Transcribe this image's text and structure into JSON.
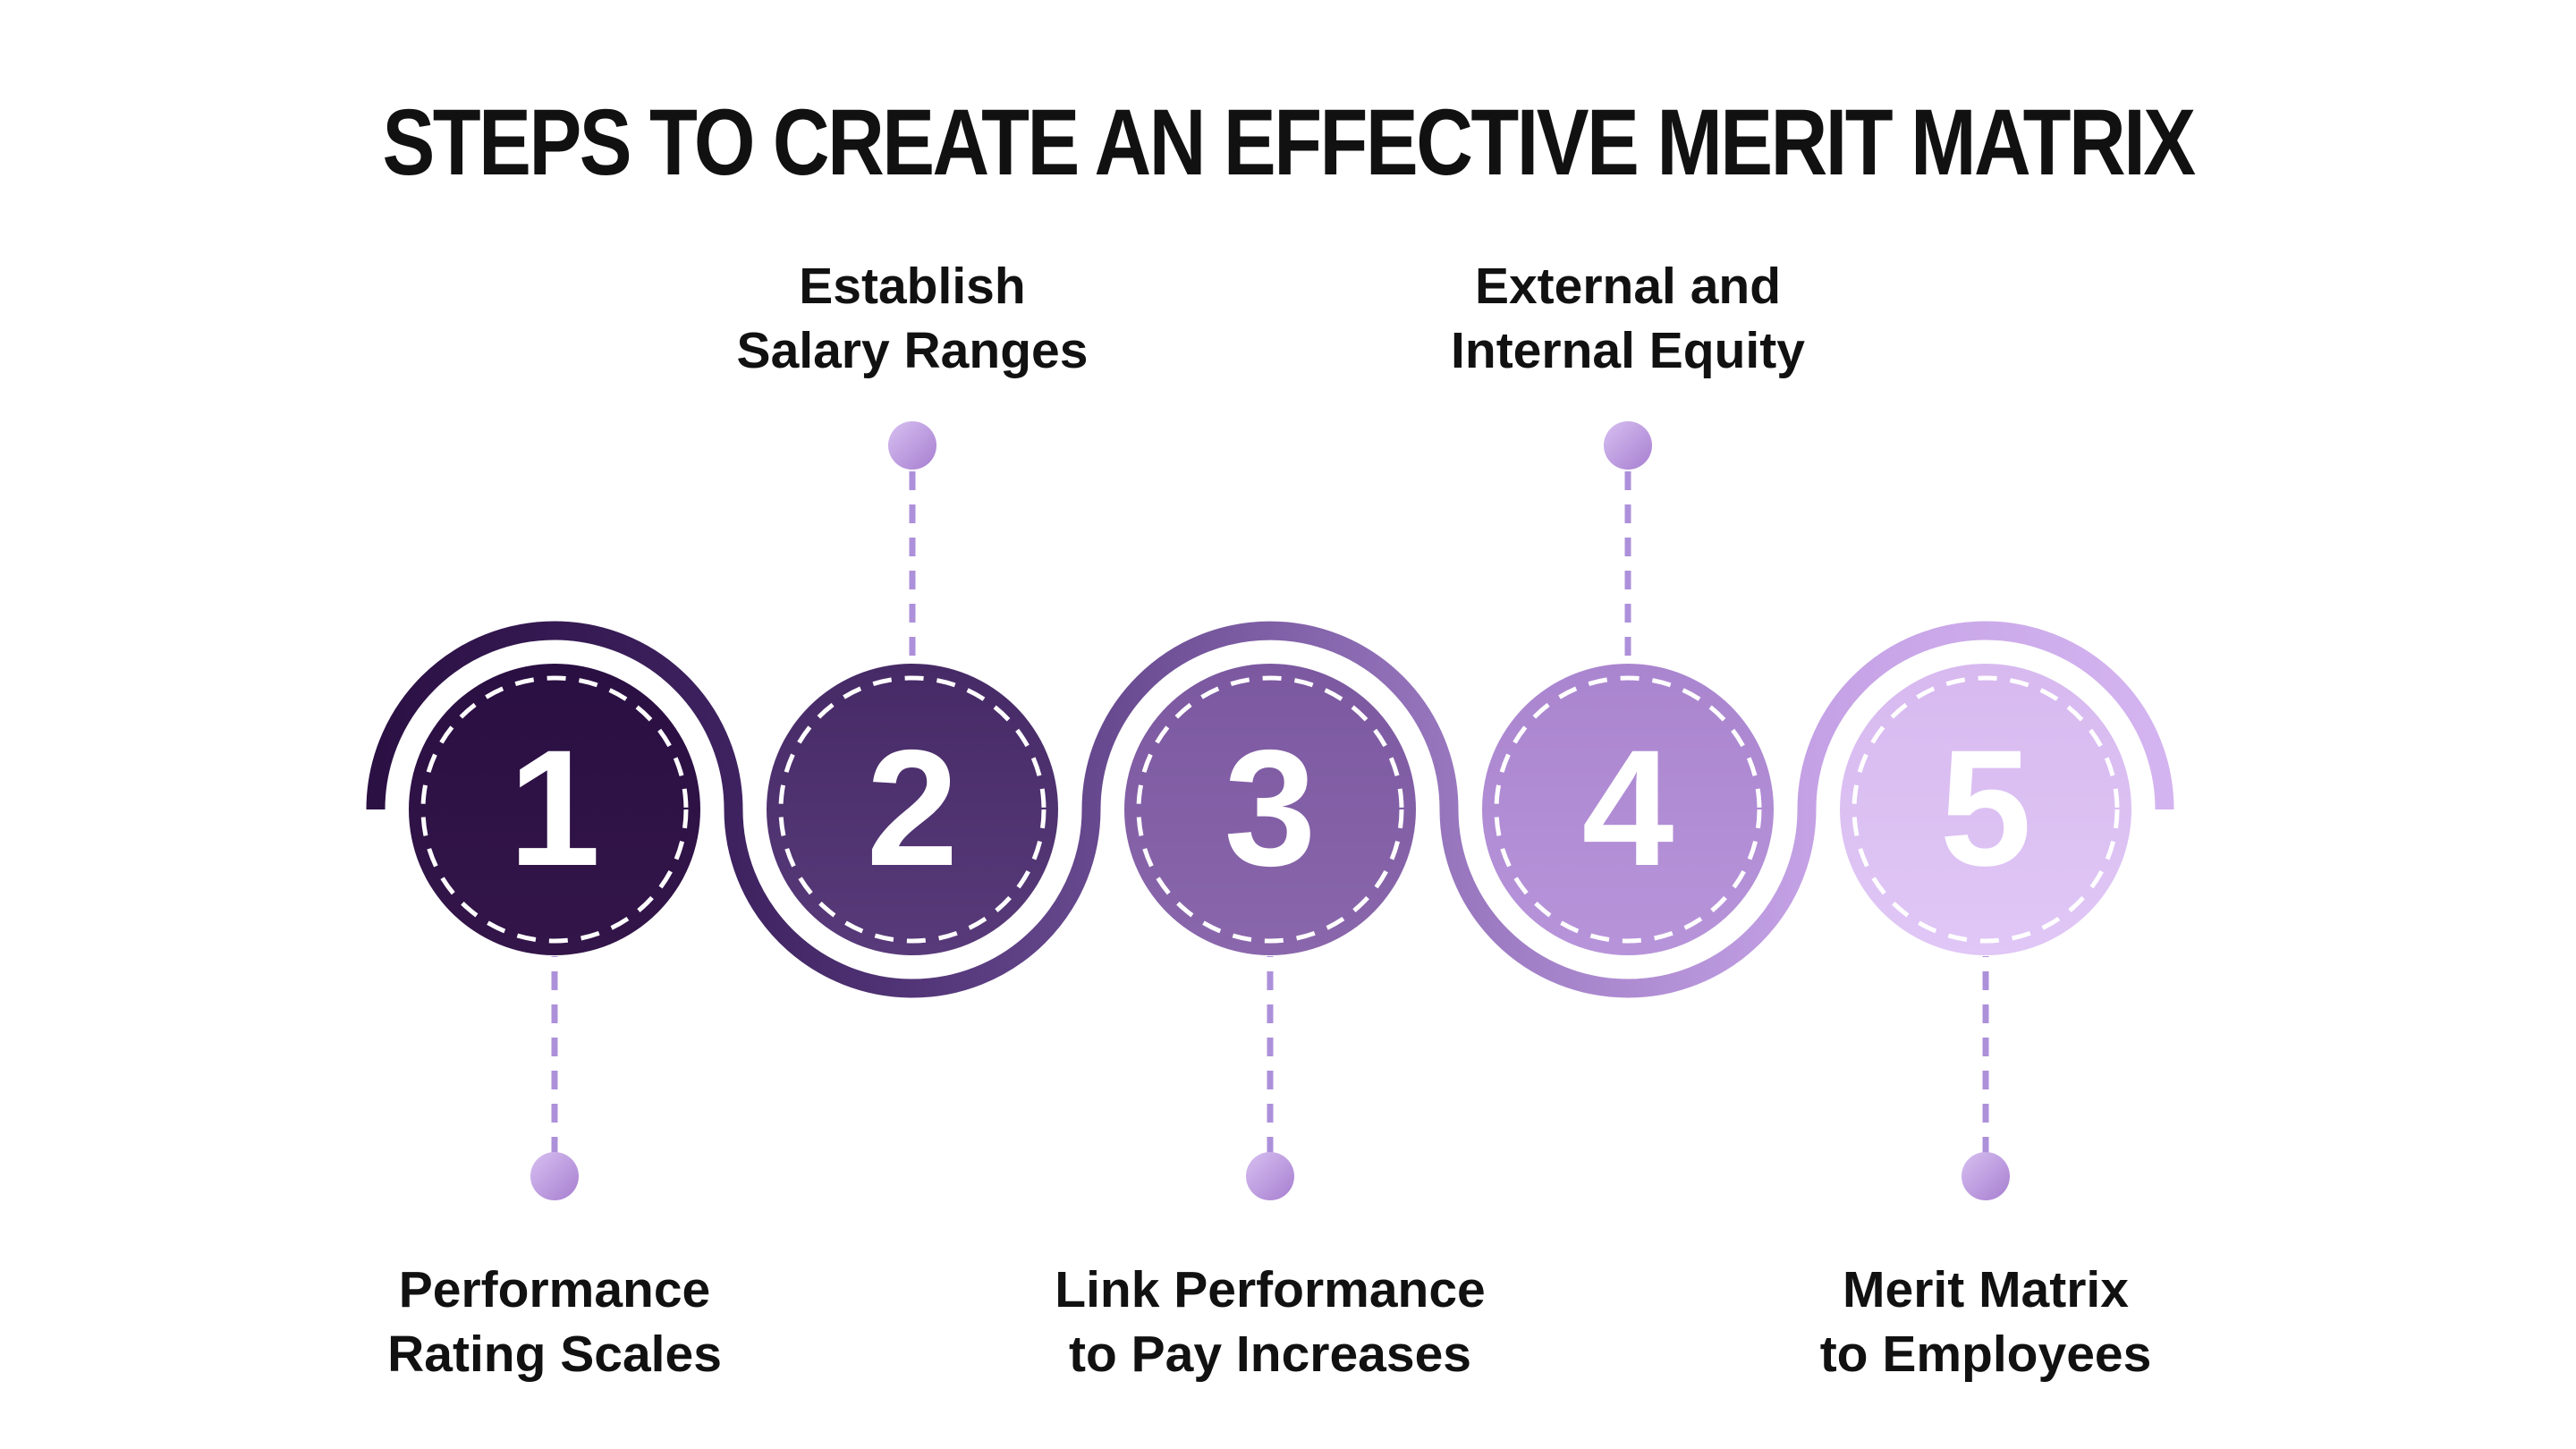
{
  "title": "STEPS TO CREATE AN EFFECTIVE MERIT MATRIX",
  "colors": {
    "background": "#ffffff",
    "title_text": "#111111",
    "label_text": "#111111",
    "number_text": "#ffffff",
    "inner_dash": "#ffffff",
    "connector_dash": "#ad90da",
    "dot_light": "#d7c0f1",
    "dot_dark": "#a77ed0",
    "wave": [
      "#2b1044",
      "#3e2260",
      "#66488e",
      "#9776be",
      "#c4a1e5",
      "#d4b4f0"
    ]
  },
  "steps": [
    {
      "number": "1",
      "label_line1": "Performance",
      "label_line2": "Rating Scales",
      "label_position": "below",
      "fill_top": "#2a0f43",
      "fill_bottom": "#331549"
    },
    {
      "number": "2",
      "label_line1": "Establish",
      "label_line2": "Salary Ranges",
      "label_position": "above",
      "fill_top": "#462a66",
      "fill_bottom": "#583a7a"
    },
    {
      "number": "3",
      "label_line1": "Link Performance",
      "label_line2": "to Pay Increases",
      "label_position": "below",
      "fill_top": "#7b58a0",
      "fill_bottom": "#8a67ac"
    },
    {
      "number": "4",
      "label_line1": "External and",
      "label_line2": "Internal Equity",
      "label_position": "above",
      "fill_top": "#aa85cf",
      "fill_bottom": "#b794da"
    },
    {
      "number": "5",
      "label_line1": "Merit Matrix",
      "label_line2": "to Employees",
      "label_position": "below",
      "fill_top": "#d7b9ef",
      "fill_bottom": "#e0c7f6"
    }
  ]
}
